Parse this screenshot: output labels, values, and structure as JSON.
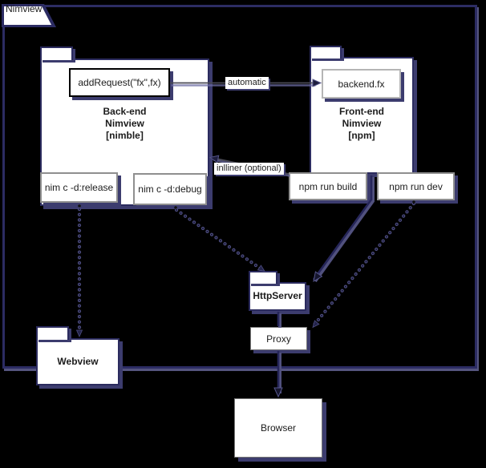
{
  "colors": {
    "background": "#000000",
    "frame_border": "#2c2c63",
    "node_shadow": "#3c3c6e",
    "line_navy": "#26265a",
    "line_halo": "#51517e",
    "gray_border": "#8f8f8f",
    "text": "#1c1c1c"
  },
  "diagram": {
    "title_tab": "Nimview",
    "backend": {
      "lines": [
        "Back-end",
        "Nimview",
        "[nimble]"
      ],
      "function_box": "addRequest(\"fx\",fx)",
      "build_release": "nim c -d:release",
      "build_debug": "nim c -d:debug"
    },
    "frontend": {
      "lines": [
        "Front-end",
        "Nimview",
        "[npm]"
      ],
      "file_box": "backend.fx",
      "run_build": "npm run build",
      "run_dev": "npm run dev"
    },
    "httpserver": {
      "label": "HttpServer"
    },
    "proxy": {
      "label": "Proxy"
    },
    "webview": {
      "label": "Webview"
    },
    "browser": {
      "label": "Browser"
    },
    "edges": {
      "automatic_label": "automatic",
      "inliner_label": "inlliner (optional)"
    }
  }
}
